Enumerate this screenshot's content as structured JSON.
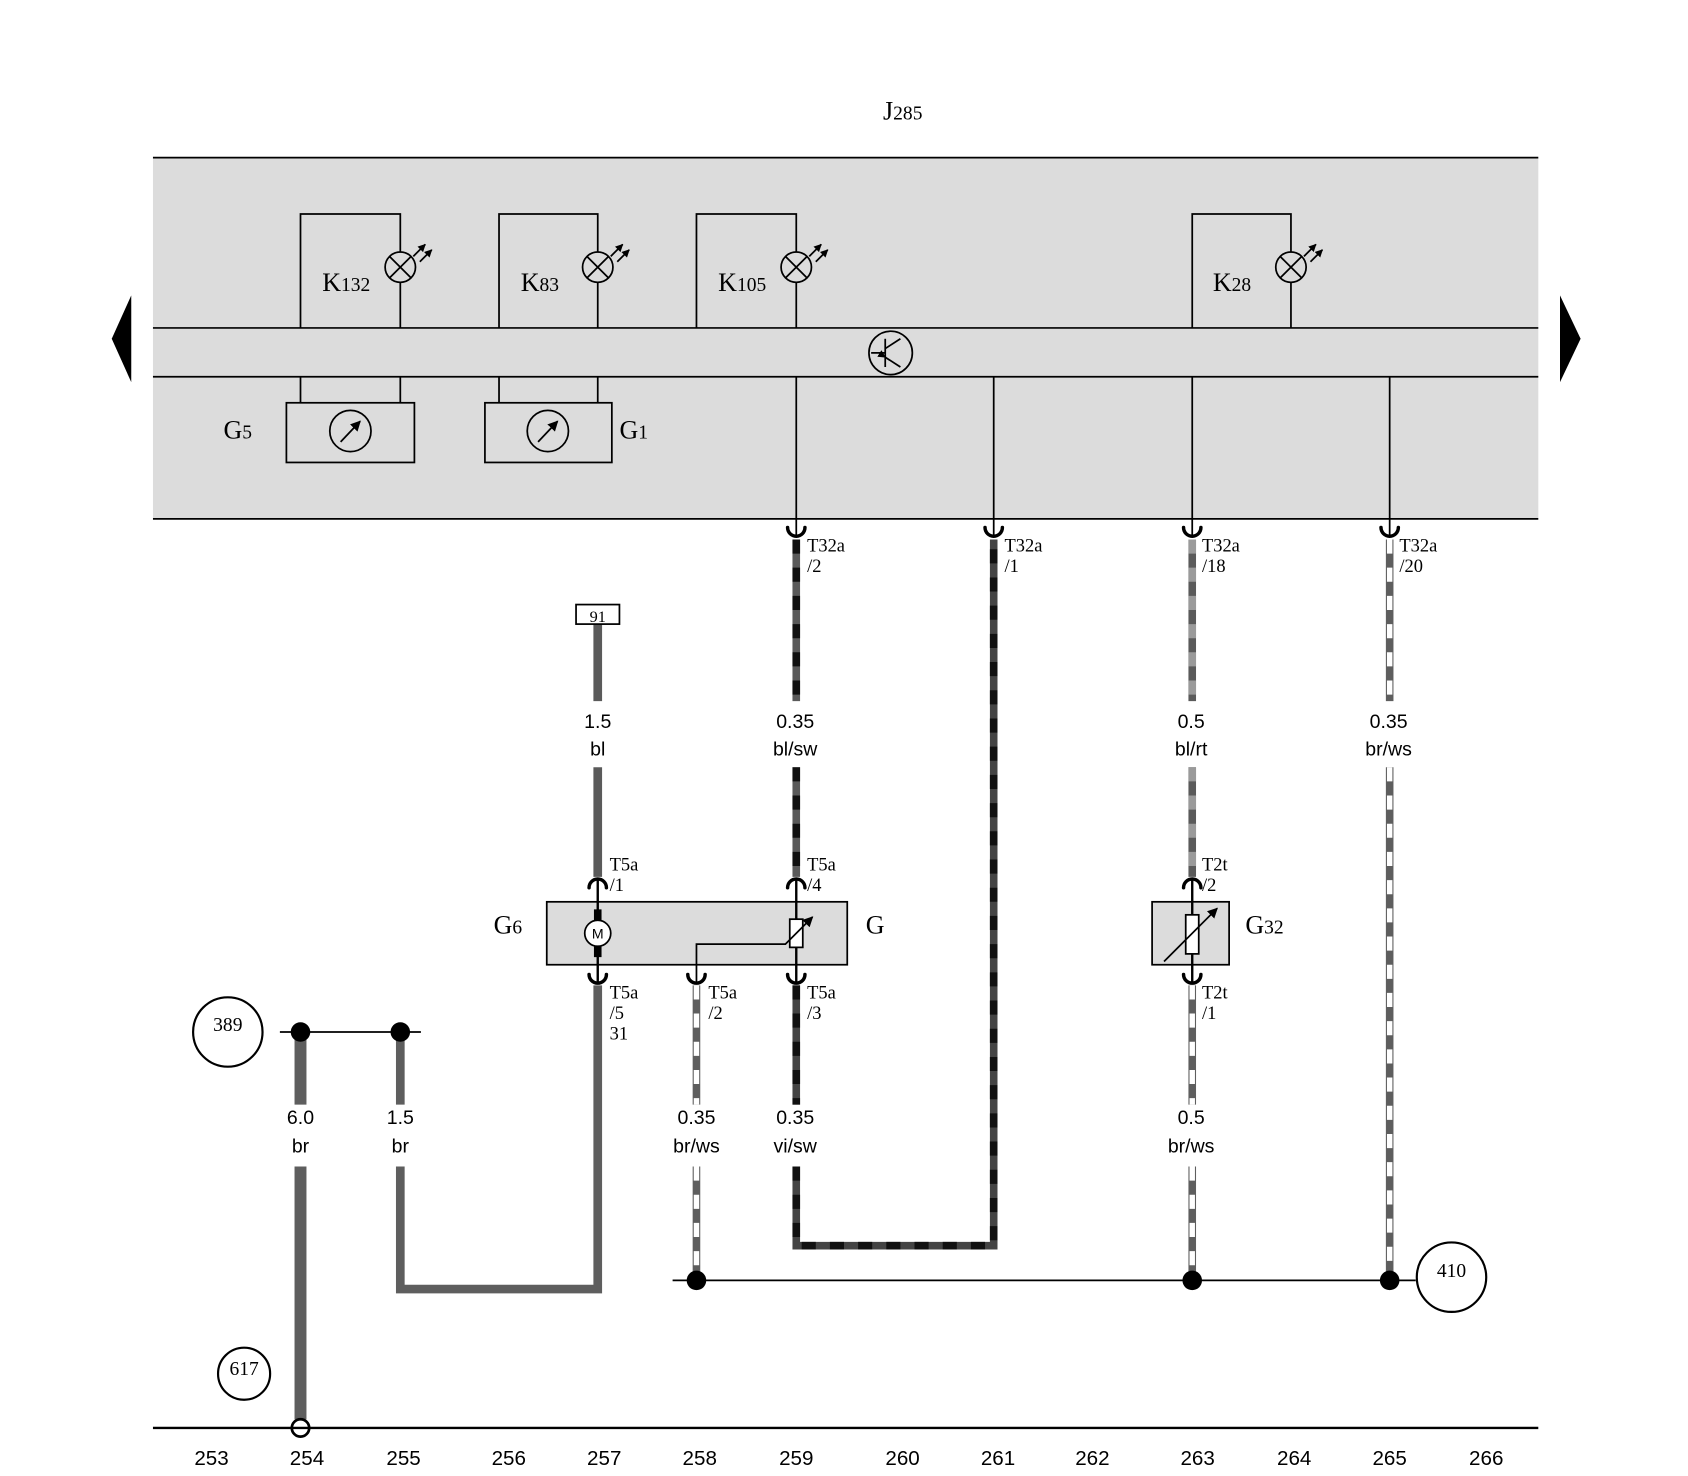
{
  "title": "J285",
  "lamps": [
    {
      "label": "K132"
    },
    {
      "label": "K83"
    },
    {
      "label": "K105"
    },
    {
      "label": "K28"
    }
  ],
  "gauges": [
    {
      "label": "G5"
    },
    {
      "label": "G1"
    }
  ],
  "components": {
    "motor": "G6",
    "sender": "G",
    "temp_sender": "G32"
  },
  "connectors": {
    "t32a_2": {
      "name": "T32a",
      "pin": "/2"
    },
    "t32a_1": {
      "name": "T32a",
      "pin": "/1"
    },
    "t32a_18": {
      "name": "T32a",
      "pin": "/18"
    },
    "t32a_20": {
      "name": "T32a",
      "pin": "/20"
    },
    "t5a_1": {
      "name": "T5a",
      "pin": "/1"
    },
    "t5a_4": {
      "name": "T5a",
      "pin": "/4"
    },
    "t5a_5": {
      "name": "T5a",
      "pin": "/5",
      "extra": "31"
    },
    "t5a_2": {
      "name": "T5a",
      "pin": "/2"
    },
    "t5a_3": {
      "name": "T5a",
      "pin": "/3"
    },
    "t2t_2": {
      "name": "T2t",
      "pin": "/2"
    },
    "t2t_1": {
      "name": "T2t",
      "pin": "/1"
    }
  },
  "wires": {
    "supply_bl": {
      "size": "1.5",
      "color": "bl"
    },
    "sender_bl_sw": {
      "size": "0.35",
      "color": "bl/sw"
    },
    "temp_bl_rt": {
      "size": "0.5",
      "color": "bl/rt"
    },
    "ground_br_ws_right": {
      "size": "0.35",
      "color": "br/ws"
    },
    "ground_br_main": {
      "size": "6.0",
      "color": "br"
    },
    "ground_br_motor": {
      "size": "1.5",
      "color": "br"
    },
    "ground_br_ws_sender": {
      "size": "0.35",
      "color": "br/ws"
    },
    "sender_vi_sw": {
      "size": "0.35",
      "color": "vi/sw"
    },
    "ground_br_ws_temp": {
      "size": "0.5",
      "color": "br/ws"
    }
  },
  "references": {
    "terminal": "91",
    "r389": "389",
    "r410": "410",
    "r617": "617"
  },
  "grid_numbers": [
    "253",
    "254",
    "255",
    "256",
    "257",
    "258",
    "259",
    "260",
    "261",
    "262",
    "263",
    "264",
    "265",
    "266"
  ],
  "palette": {
    "panel": "#dcdcdc",
    "bl": "#5a5a5a",
    "sw": "#111111",
    "rt": "#9a9a9a",
    "br": "#5e5e5e",
    "ws": "#ffffff",
    "vi": "#444444"
  }
}
